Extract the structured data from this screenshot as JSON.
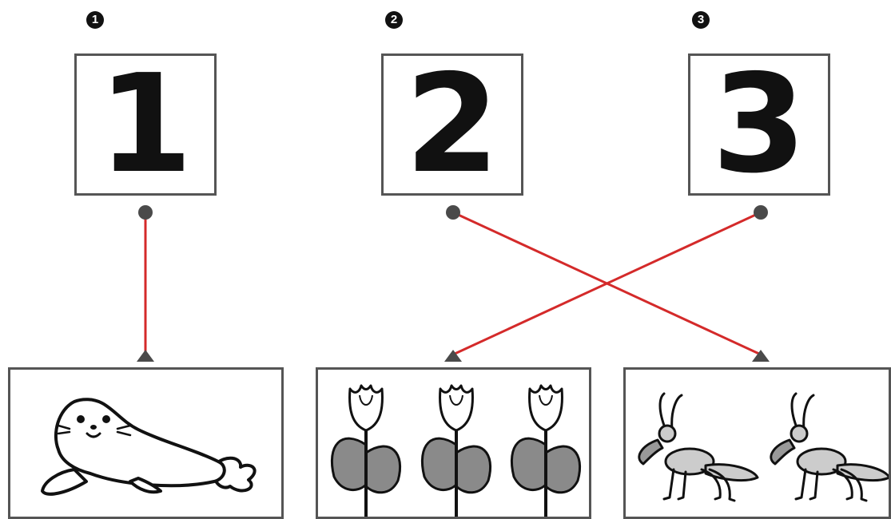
{
  "steps": [
    {
      "badge": "1",
      "number": "1"
    },
    {
      "badge": "2",
      "number": "2"
    },
    {
      "badge": "3",
      "number": "3"
    }
  ],
  "pictures": [
    {
      "icon": "seal-icon",
      "count": 1
    },
    {
      "icon": "tulip-icon",
      "count": 3
    },
    {
      "icon": "grasshopper-icon",
      "count": 2
    }
  ],
  "connections": [
    {
      "from_number": "1",
      "to_picture": "seal-icon"
    },
    {
      "from_number": "2",
      "to_picture": "grasshopper-icon"
    },
    {
      "from_number": "3",
      "to_picture": "tulip-icon"
    }
  ],
  "colors": {
    "line": "#d42a2a",
    "dot": "#4a4a4a",
    "border": "#555555",
    "ink": "#111111"
  }
}
